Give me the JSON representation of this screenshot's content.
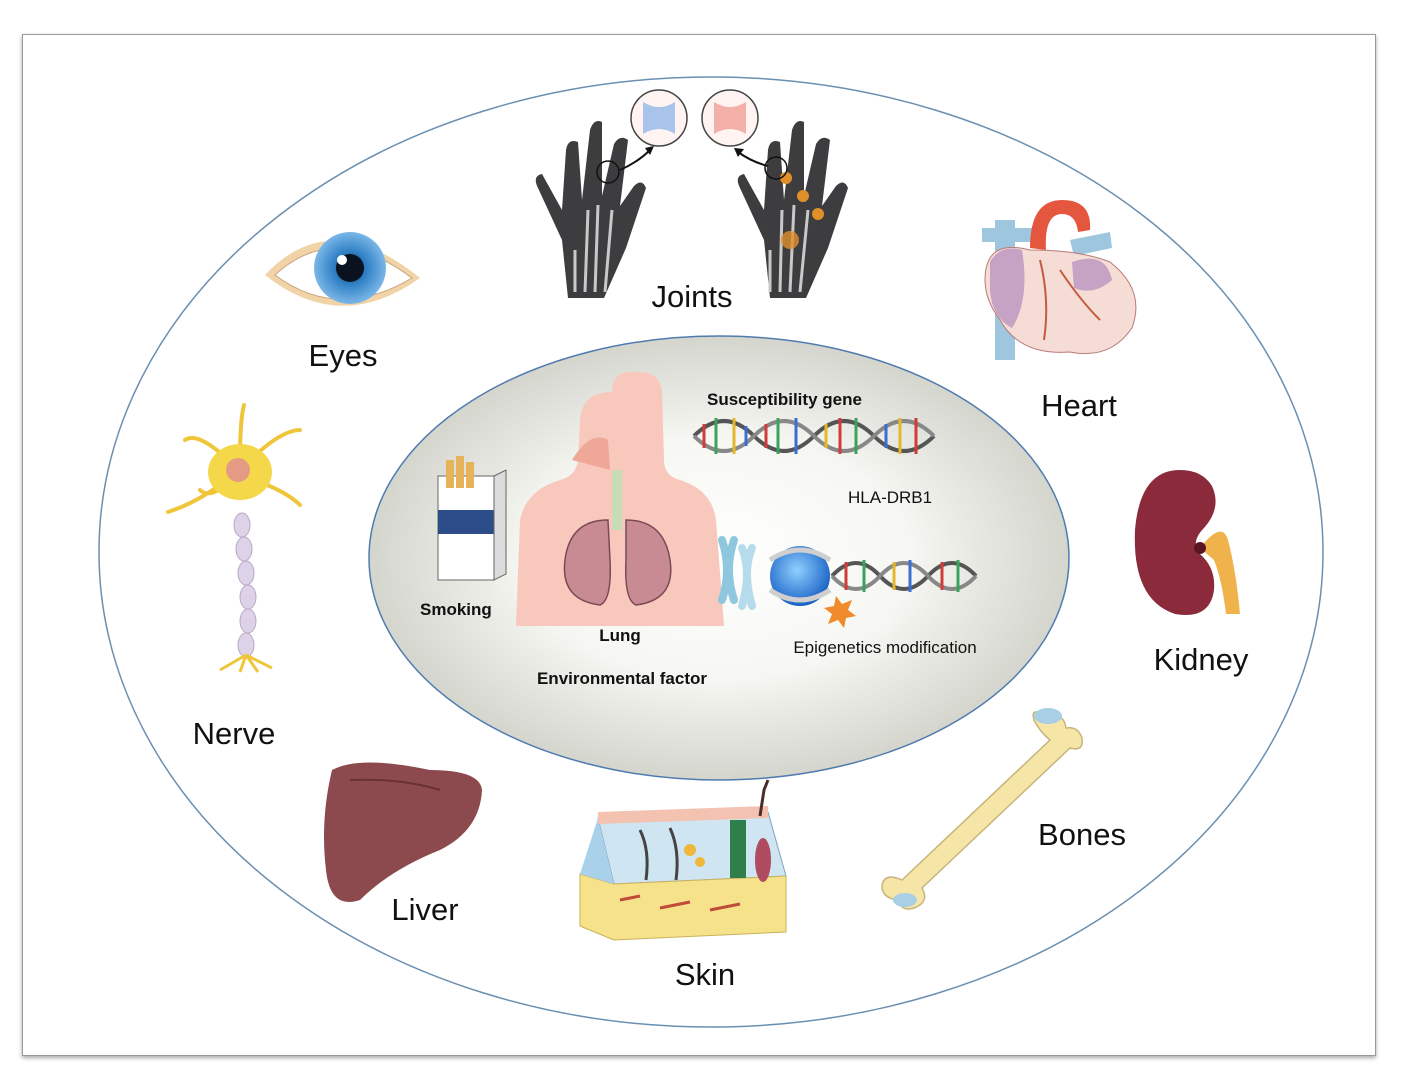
{
  "organs": {
    "joints": "Joints",
    "eyes": "Eyes",
    "heart": "Heart",
    "kidney": "Kidney",
    "nerve": "Nerve",
    "liver": "Liver",
    "skin": "Skin",
    "bones": "Bones"
  },
  "center": {
    "susceptibility_gene": "Susceptibility gene",
    "hla": "HLA-DRB1",
    "smoking": "Smoking",
    "lung": "Lung",
    "environmental_factor": "Environmental factor",
    "epigenetics": "Epigenetics modification"
  },
  "icons": [
    "hand-xray-icon",
    "joint-icon",
    "eye-icon",
    "heart-icon",
    "kidney-icon",
    "neuron-icon",
    "liver-icon",
    "skin-section-icon",
    "bone-icon",
    "cigarette-pack-icon",
    "lung-icon",
    "dna-icon",
    "chromosome-icon"
  ]
}
